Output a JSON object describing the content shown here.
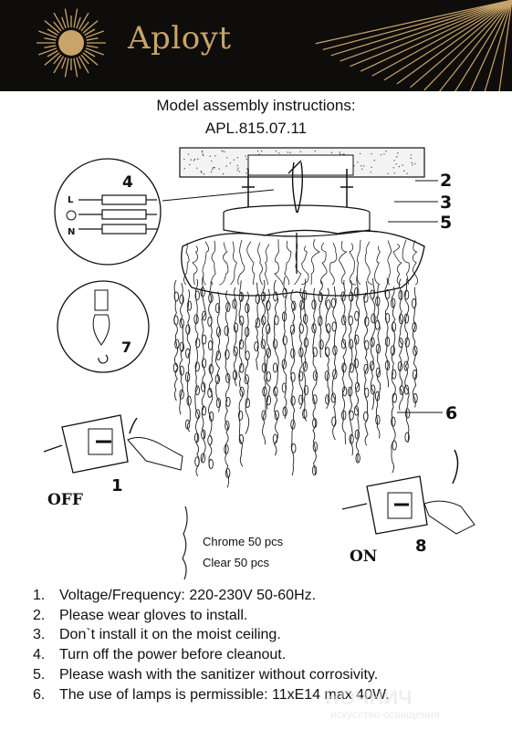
{
  "brand": {
    "name": "Aployt"
  },
  "title": {
    "line1": "Model assembly instructions:",
    "line2": "APL.815.07.11"
  },
  "callouts": [
    "2",
    "3",
    "5",
    "4",
    "6",
    "7",
    "1",
    "8"
  ],
  "wiring": {
    "labels": [
      "L",
      "N"
    ]
  },
  "parts_note": {
    "chrome": "Chrome 50 pcs",
    "clear": "Clear 50 pcs"
  },
  "switch": {
    "off": "OFF",
    "on": "ON"
  },
  "instructions": [
    {
      "n": "1.",
      "text": "Voltage/Frequency: 220-230V 50-60Hz."
    },
    {
      "n": "2.",
      "text": "Please wear gloves to install."
    },
    {
      "n": "3.",
      "text": "Don`t install it on the moist ceiling."
    },
    {
      "n": "4.",
      "text": "Turn off the power before cleanout."
    },
    {
      "n": "5.",
      "text": "Please wash with the sanitizer without corrosivity."
    },
    {
      "n": "6.",
      "text": "The use of lamps is permissible: 11xE14 max 40W."
    }
  ],
  "watermark": {
    "line1": "НОЧНИЧ",
    "line2": "искусство освещения"
  },
  "colors": {
    "header_bg": "#0f0d0b",
    "brand_gold": "#c9a46a",
    "ink": "#111111"
  }
}
